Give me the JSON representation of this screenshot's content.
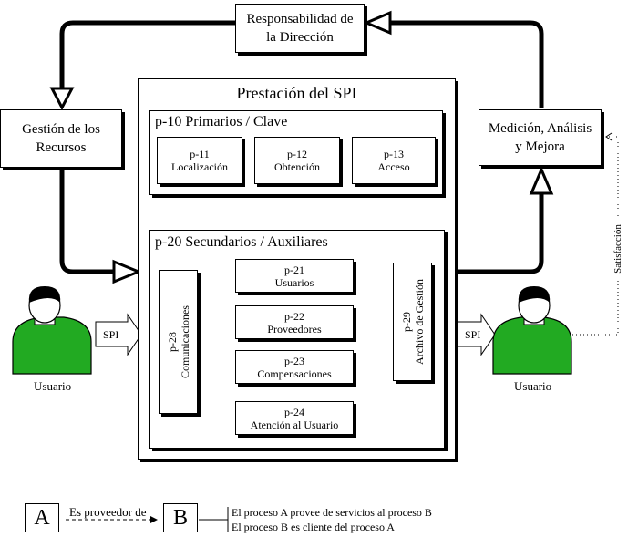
{
  "top": {
    "resp": "Responsabilidad de la Dirección"
  },
  "left": {
    "recursos": "Gestión de los Recursos"
  },
  "right": {
    "medicion": "Medición, Análisis y Mejora"
  },
  "main": {
    "title": "Prestación del SPI",
    "primarios": {
      "title": "p-10 Primarios / Clave",
      "items": [
        {
          "code": "p-11",
          "name": "Localización"
        },
        {
          "code": "p-12",
          "name": "Obtención"
        },
        {
          "code": "p-13",
          "name": "Acceso"
        }
      ]
    },
    "secundarios": {
      "title": "p-20 Secundarios / Auxiliares",
      "comm": {
        "code": "p-28",
        "name": "Comunicaciones"
      },
      "items": [
        {
          "code": "p-21",
          "name": "Usuarios"
        },
        {
          "code": "p-22",
          "name": "Proveedores"
        },
        {
          "code": "p-23",
          "name": "Compensaciones"
        },
        {
          "code": "p-24",
          "name": "Atención al Usuario"
        }
      ],
      "archivo": {
        "code": "p-29",
        "name": "Archivo de Gestión"
      }
    }
  },
  "users": {
    "left_label": "Usuario",
    "right_label": "Usuario",
    "spi_in": "SPI",
    "spi_out": "SPI",
    "satisfaccion": "Satisfacción",
    "shirt_color": "#22aa22"
  },
  "legend": {
    "a": "A",
    "b": "B",
    "relation": "Es proveedor de",
    "line1": "El proceso A provee de servicios al proceso B",
    "line2": "El proceso B es cliente del proceso A"
  }
}
